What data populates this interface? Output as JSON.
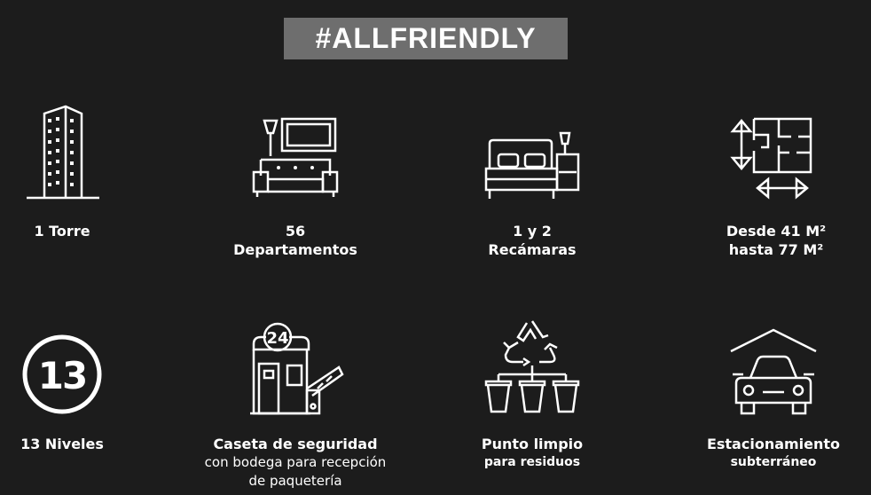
{
  "banner": {
    "text": "#ALLFRIENDLY"
  },
  "features": {
    "torre": {
      "line1": "1 Torre"
    },
    "departamentos": {
      "line1": "56",
      "line2": "Departamentos"
    },
    "recamaras": {
      "line1": "1 y 2",
      "line2": "Recámaras"
    },
    "superficie": {
      "line1": "Desde 41 M²",
      "line2": "hasta 77 M²"
    },
    "niveles": {
      "badge": "13",
      "line1": "13 Niveles"
    },
    "caseta": {
      "badge": "24",
      "line1": "Caseta de seguridad",
      "line2": "con bodega para recepción",
      "line3": "de paquetería"
    },
    "punto_limpio": {
      "line1": "Punto limpio",
      "line2": "para residuos"
    },
    "estacionamiento": {
      "line1": "Estacionamiento",
      "line2": "subterráneo"
    }
  },
  "colors": {
    "background": "#1c1c1c",
    "banner": "#6e6e6e",
    "foreground": "#ffffff"
  },
  "icons": [
    "tower-icon",
    "living-room-icon",
    "bedroom-icon",
    "floor-plan-icon",
    "levels-badge-icon",
    "security-booth-icon",
    "recycling-icon",
    "parking-car-icon"
  ]
}
